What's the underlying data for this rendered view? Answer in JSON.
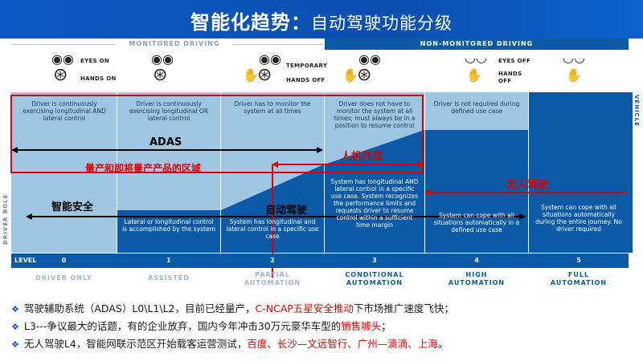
{
  "title": {
    "main": "智能化趋势",
    "colon": "：",
    "sub": "自动驾驶功能分级"
  },
  "bands": {
    "monitored": "MONITORED DRIVING",
    "non_monitored": "NON-MONITORED DRIVING"
  },
  "side_labels": {
    "driver_role": "DRIVER ROLE",
    "vehicle_role": "VEHICLE ROLE"
  },
  "level_label": "LEVEL",
  "header_tags": {
    "l0": [
      "EYES ON",
      "HANDS ON"
    ],
    "l2": [
      "TEMPORARY",
      "HANDS OFF"
    ],
    "l4": [
      "EYES OFF",
      "HANDS",
      "OFF"
    ]
  },
  "levels": [
    {
      "num": "0",
      "mode": "DRIVER ONLY",
      "driver": "Driver is continuously exercising longitudinal AND lateral control",
      "system": ""
    },
    {
      "num": "1",
      "mode": "ASSISTED",
      "driver": "Driver is continuously exercising longitudinal OR lateral control",
      "system": "Lateral or longitudinal control is accomplished by the system"
    },
    {
      "num": "2",
      "mode": "PARTIAL\nAUTOMATION",
      "driver": "Driver has to monitor the system at all times",
      "system": "System has longitudinal and lateral control in a specific use case"
    },
    {
      "num": "3",
      "mode": "CONDITIONAL\nAUTOMATION",
      "driver": "Driver does not have to monitor the system at all times; must always be in a position to resume control",
      "system": "System has longitudinal AND lateral control in a specific use case. System recognizes the performance limits and requests driver to resume control within a sufficient time margin"
    },
    {
      "num": "4",
      "mode": "HIGH\nAUTOMATION",
      "driver": "Driver is not required during defined use case",
      "system": "System can cope with all situations automatically in a defined use case"
    },
    {
      "num": "5",
      "mode": "FULL\nAUTOMATION",
      "driver": "",
      "system": "System can cope with all situations automatically during the entire journey. No driver required"
    }
  ],
  "annotations": {
    "adas": "ADAS",
    "mass_production": "量产和即将量产产品的区域",
    "human_machine": "人机共驾",
    "unmanned": "无人驾驶",
    "smart_safety": "智能安全",
    "auto_driving": "自动驾驶"
  },
  "bullets": [
    {
      "parts": [
        {
          "t": "驾驶辅助系统（ADAS）L0\\L1\\L2，目前已经量产，",
          "red": false
        },
        {
          "t": "C-NCAP五星安全推动",
          "red": true
        },
        {
          "t": "下市场推广速度飞快；",
          "red": false
        }
      ]
    },
    {
      "parts": [
        {
          "t": "L3---争议最大的话题，有的企业放弃，国内今年冲击30万元豪华车型的",
          "red": false
        },
        {
          "t": "销售噱头",
          "red": true
        },
        {
          "t": "；",
          "red": false
        }
      ]
    },
    {
      "parts": [
        {
          "t": "无人驾驶L4，智能网联示范区开始载客运营测试，",
          "red": false
        },
        {
          "t": "百度、长沙—文远智行、广州—滴滴、上海",
          "red": true
        },
        {
          "t": "。",
          "red": false
        }
      ]
    }
  ],
  "colors": {
    "dark_blue": "#0a5aa8",
    "light_blue": "#9ec5e2",
    "red": "#e00000",
    "title_blue": "#0d5ac4"
  }
}
